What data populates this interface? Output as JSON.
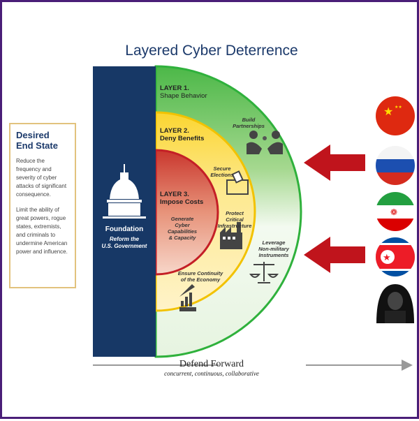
{
  "title": "Layered Cyber Deterrence",
  "end_state": {
    "heading_line1": "Desired",
    "heading_line2": "End State",
    "para1": "Reduce the frequency and severity of cyber attacks of significant consequence.",
    "para2": "Limit the ability of great powers, rogue states, extremists, and criminals to undermine American power and influence."
  },
  "foundation": {
    "label": "Foundation",
    "sub1": "Reform the",
    "sub2": "U.S. Government"
  },
  "layers": [
    {
      "num": "LAYER 1.",
      "name": "Shape Behavior",
      "color": "#3cb54a"
    },
    {
      "num": "LAYER 2.",
      "name": "Deny Benefits",
      "color": "#f7d21e"
    },
    {
      "num": "LAYER 3.",
      "name": "Impose Costs",
      "color": "#c8202a"
    }
  ],
  "items": {
    "build": [
      "Build",
      "Partnerships"
    ],
    "secure": [
      "Secure",
      "Elections"
    ],
    "protect": [
      "Protect",
      "Critical",
      "Infrastructure"
    ],
    "leverage": [
      "Leverage",
      "Non-military",
      "Instruments"
    ],
    "generate": [
      "Generate",
      "Cyber",
      "Capabilities",
      "& Capacity"
    ],
    "ensure": [
      "Ensure Continuity",
      "of the Economy"
    ]
  },
  "threats": [
    "china-flag",
    "russia-flag",
    "iran-flag",
    "north-korea-flag",
    "hacker"
  ],
  "defend": {
    "title": "Defend Forward",
    "subtitle": "concurrent, continuous, collaborative"
  }
}
